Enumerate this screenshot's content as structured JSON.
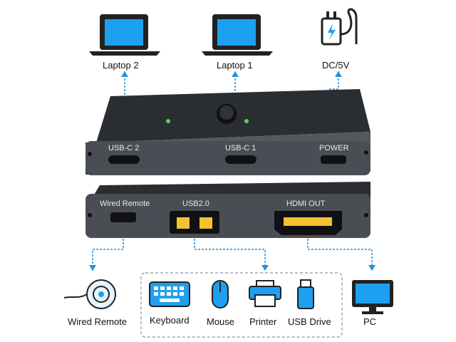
{
  "devices": {
    "laptop2": "Laptop 2",
    "laptop1": "Laptop 1",
    "power": "DC/5V",
    "wired_remote": "Wired Remote",
    "keyboard": "Keyboard",
    "mouse": "Mouse",
    "printer": "Printer",
    "usb_drive": "USB Drive",
    "pc": "PC"
  },
  "switch_top": {
    "port_usbc2": "USB-C 2",
    "port_usbc1": "USB-C 1",
    "port_power": "POWER"
  },
  "switch_bottom": {
    "port_remote": "Wired Remote",
    "port_usb": "USB2.0",
    "port_hdmi": "HDMI OUT"
  },
  "colors": {
    "accent": "#1e90e0",
    "screen": "#1ea0f0",
    "body_dark": "#3a3d42",
    "icon_dark": "#2b2b2b"
  }
}
